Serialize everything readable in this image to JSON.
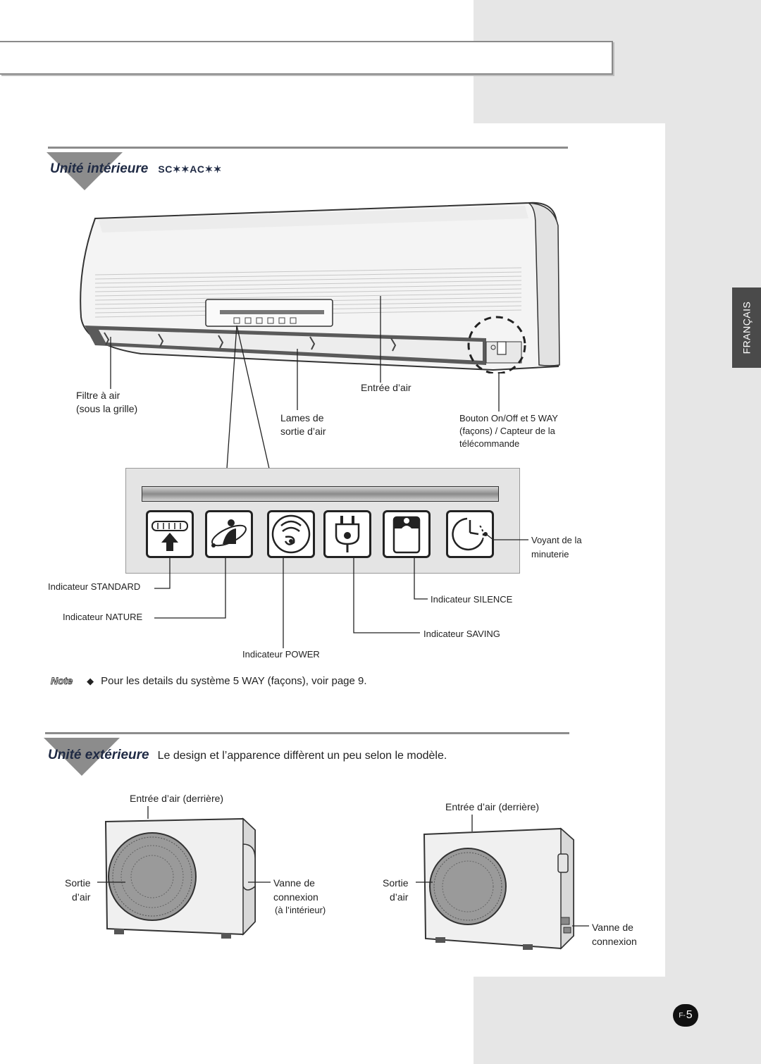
{
  "language_tab": "FRANÇAIS",
  "indoor": {
    "title": "Unité intérieure",
    "model": "SC✶✶AC✶✶",
    "labels": {
      "filter_1": "Filtre à air",
      "filter_2": "(sous la grille)",
      "air_inlet": "Entrée d’air",
      "blades_1": "Lames de",
      "blades_2": "sortie d’air",
      "button_1": "Bouton On/Off et 5 WAY",
      "button_2": "(façons) / Capteur de la",
      "button_3": "télécommande",
      "timer_1": "Voyant de la",
      "timer_2": "minuterie",
      "standard": "Indicateur STANDARD",
      "nature": "Indicateur NATURE",
      "power": "Indicateur POWER",
      "saving": "Indicateur SAVING",
      "silence": "Indicateur SILENCE"
    },
    "icons": [
      "standard-icon",
      "nature-icon",
      "power-icon",
      "saving-icon",
      "silence-icon",
      "timer-icon"
    ]
  },
  "note": {
    "word": "Note",
    "bullet": "◆",
    "text": "Pour les details du système 5 WAY (façons), voir page 9."
  },
  "outdoor": {
    "title": "Unité extérieure",
    "subtitle": "Le design et l’apparence diffèrent un peu selon le modèle.",
    "left": {
      "inlet": "Entrée d’air (derrière)",
      "outlet_1": "Sortie",
      "outlet_2": "d’air",
      "valve_1": "Vanne de",
      "valve_2": "connexion",
      "valve_3": "(à l’intérieur)"
    },
    "right": {
      "inlet": "Entrée d’air (derrière)",
      "outlet_1": "Sortie",
      "outlet_2": "d’air",
      "valve_1": "Vanne de",
      "valve_2": "connexion"
    }
  },
  "page": {
    "prefix": "F-",
    "number": "5"
  }
}
